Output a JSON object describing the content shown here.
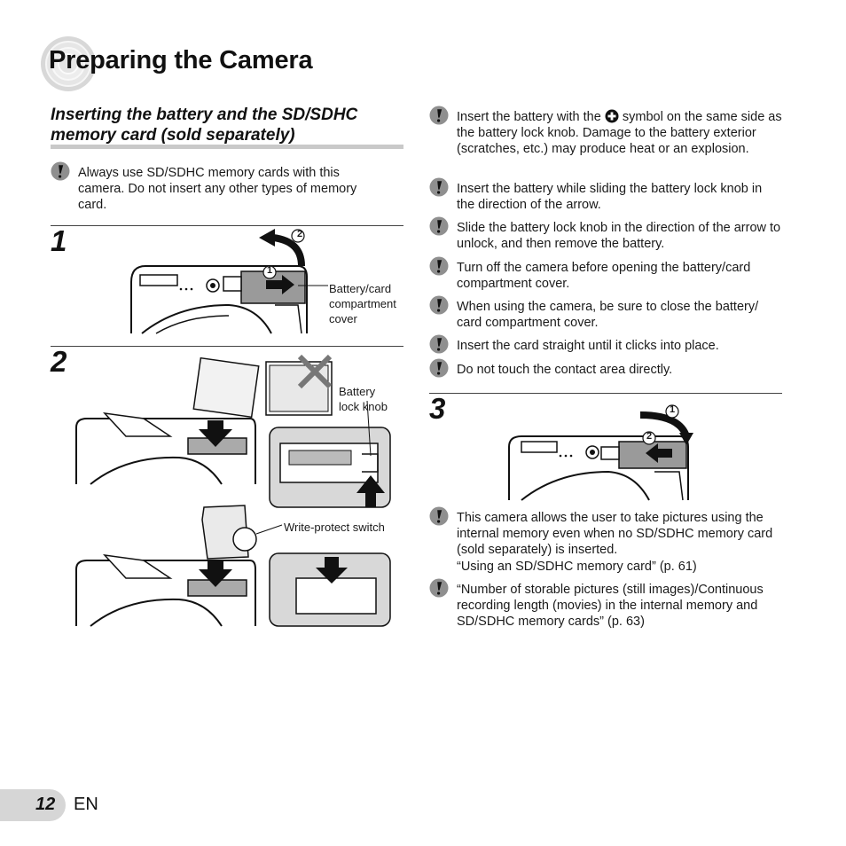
{
  "page": {
    "title": "Preparing the Camera",
    "section_heading": "Inserting the battery and the SD/SDHC memory card (sold separately)",
    "page_number": "12",
    "language": "EN"
  },
  "left_notes": [
    "Always use SD/SDHC memory cards with this camera. Do not insert any other types of memory card."
  ],
  "steps": [
    {
      "number": "1",
      "labels": [
        "Battery/card\ncompartment\ncover"
      ],
      "callouts": [
        "1",
        "2"
      ]
    },
    {
      "number": "2",
      "labels": [
        "Battery\nlock knob",
        "Write-protect switch"
      ]
    },
    {
      "number": "3",
      "callouts": [
        "1",
        "2"
      ]
    }
  ],
  "right_notes_top": [
    {
      "before": "Insert the battery with the ",
      "symbol": "plus-circle-icon",
      "after": " symbol on the same side as the battery lock knob. Damage to the battery exterior (scratches, etc.) may produce heat or an explosion."
    },
    {
      "text": "Insert the battery while sliding the battery lock knob in the direction of the arrow."
    },
    {
      "text": "Slide the battery lock knob in the direction of the arrow to unlock, and then remove the battery."
    },
    {
      "text": "Turn off the camera before opening the battery/card compartment cover."
    },
    {
      "text": "When using the camera, be sure to close the battery/ card compartment cover."
    },
    {
      "text": "Insert the card straight until it clicks into place."
    },
    {
      "text": "Do not touch the contact area directly."
    }
  ],
  "right_notes_bottom": [
    "This camera allows the user to take pictures using the internal memory even when no SD/SDHC memory card (sold separately) is inserted.\n“Using an SD/SDHC memory card” (p. 61)",
    "“Number of storable pictures (still images)/Continuous recording length (movies) in the internal memory and SD/SDHC memory cards” (p. 63)"
  ],
  "icons": {
    "caution": "caution-exclamation-icon",
    "battery_symbol": "plus-circle-icon",
    "no_entry": "x-mark-icon"
  },
  "colors": {
    "heading_bar": "#c9c9c9",
    "caution_badge": "#8f8f8f",
    "page_badge": "#d6d6d6"
  }
}
